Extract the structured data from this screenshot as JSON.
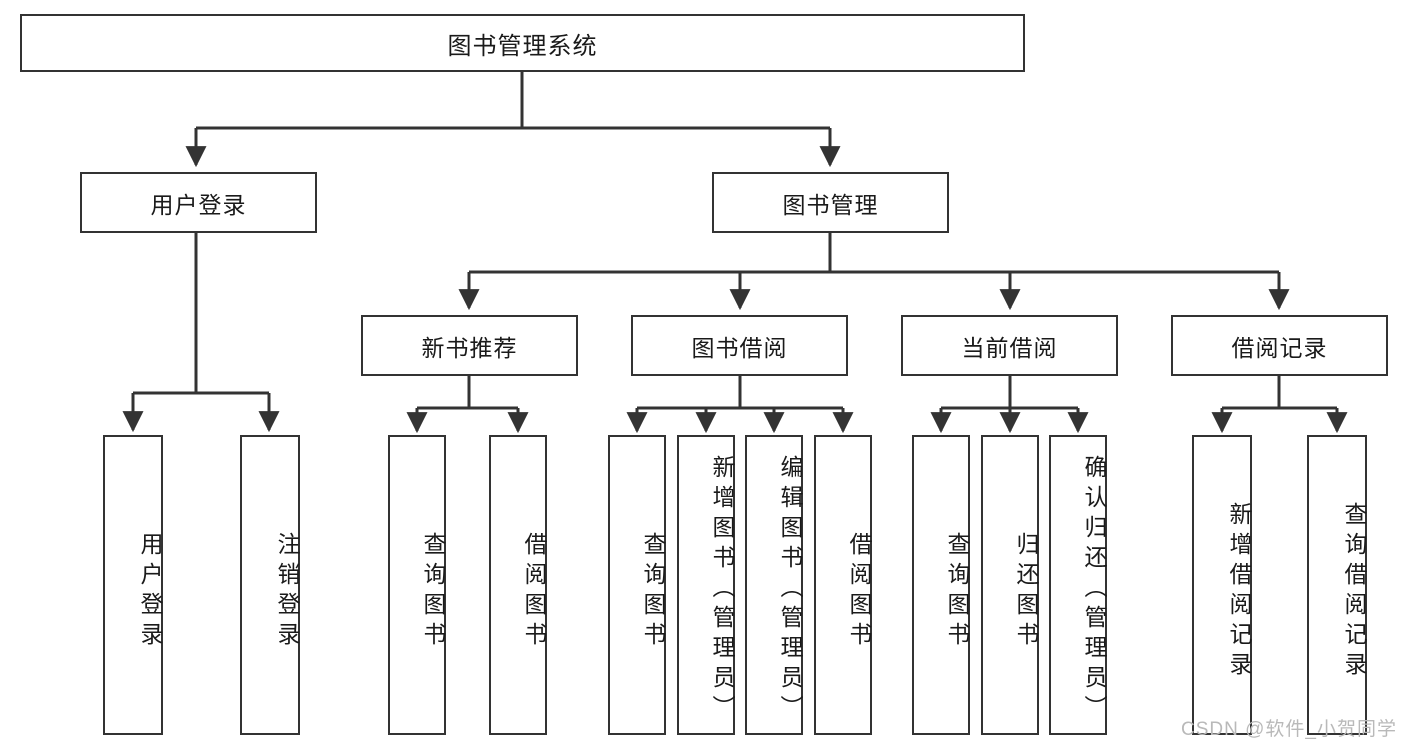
{
  "diagram": {
    "title": "图书管理系统",
    "type": "tree-hierarchy-chart",
    "root": {
      "id": "root",
      "label": "图书管理系统"
    },
    "level2": [
      {
        "id": "user-login",
        "label": "用户登录"
      },
      {
        "id": "book-manage",
        "label": "图书管理"
      }
    ],
    "level3": [
      {
        "id": "new-book-rec",
        "label": "新书推荐"
      },
      {
        "id": "book-borrow",
        "label": "图书借阅"
      },
      {
        "id": "current-borrow",
        "label": "当前借阅"
      },
      {
        "id": "borrow-record",
        "label": "借阅记录"
      }
    ],
    "leaves": [
      {
        "id": "leaf-user-login",
        "label": "用户登录",
        "parent": "user-login"
      },
      {
        "id": "leaf-logout",
        "label": "注销登录",
        "parent": "user-login"
      },
      {
        "id": "leaf-query-book-1",
        "label": "查询图书",
        "parent": "new-book-rec"
      },
      {
        "id": "leaf-borrow-book-1",
        "label": "借阅图书",
        "parent": "new-book-rec"
      },
      {
        "id": "leaf-query-book-2",
        "label": "查询图书",
        "parent": "book-borrow"
      },
      {
        "id": "leaf-add-book",
        "label": "新增图书（管理员）",
        "parent": "book-borrow"
      },
      {
        "id": "leaf-edit-book",
        "label": "编辑图书（管理员）",
        "parent": "book-borrow"
      },
      {
        "id": "leaf-borrow-book-2",
        "label": "借阅图书",
        "parent": "book-borrow"
      },
      {
        "id": "leaf-query-book-3",
        "label": "查询图书",
        "parent": "current-borrow"
      },
      {
        "id": "leaf-return-book",
        "label": "归还图书",
        "parent": "current-borrow"
      },
      {
        "id": "leaf-confirm-return",
        "label": "确认归还（管理员）",
        "parent": "current-borrow"
      },
      {
        "id": "leaf-add-record",
        "label": "新增借阅记录",
        "parent": "borrow-record"
      },
      {
        "id": "leaf-query-record",
        "label": "查询借阅记录",
        "parent": "borrow-record"
      }
    ]
  },
  "watermark": {
    "text": "CSDN @软件_小贺同学"
  },
  "colors": {
    "stroke": "#333333",
    "background": "#ffffff",
    "text": "#1a1a1a",
    "watermark": "#b9b9b9"
  }
}
